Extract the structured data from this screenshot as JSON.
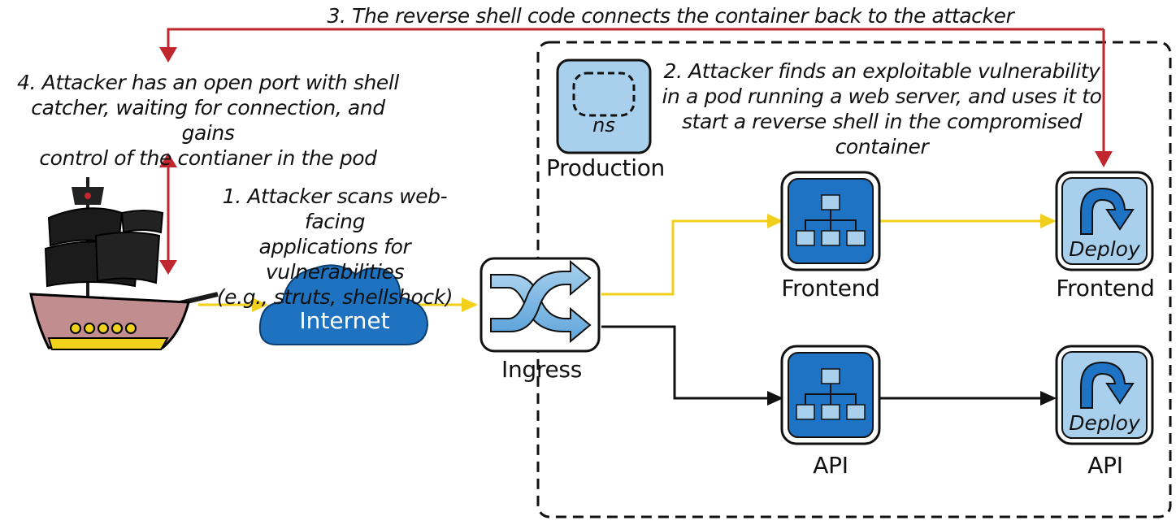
{
  "steps": {
    "step1": [
      "1. Attacker scans web-facing",
      "applications for vulnerabilities",
      "(e.g., struts, shellshock)"
    ],
    "step2": [
      "2. Attacker finds an exploitable vulnerability",
      "in a pod running a web server, and uses it to",
      "start a reverse shell in the compromised",
      "container"
    ],
    "step3": "3. The reverse shell code connects the container back to the attacker",
    "step4": [
      "4. Attacker has an open port with shell",
      "catcher, waiting for connection, and gains",
      "control of the contianer in the pod"
    ]
  },
  "icons": {
    "ns": "ns",
    "deploy_frontend": "Deploy",
    "deploy_api": "Deploy"
  },
  "labels": {
    "production": "Production",
    "internet": "Internet",
    "ingress": "Ingress",
    "frontend_service": "Frontend",
    "api_service": "API",
    "frontend_deploy": "Frontend",
    "api_deploy": "API"
  },
  "colors": {
    "attack_arrow": "#c0262d",
    "traffic_arrow": "#f2cf1a",
    "api_arrow": "#111111",
    "icon_blue": "#1f73c5",
    "icon_light_blue": "#a8d0ec"
  }
}
